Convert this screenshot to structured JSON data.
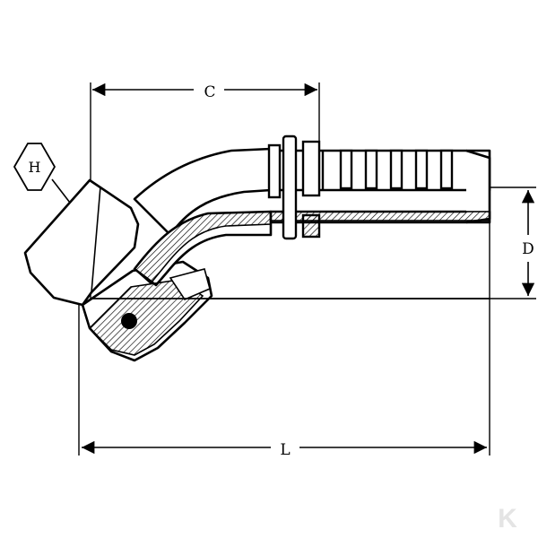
{
  "diagram": {
    "dimensions": {
      "C": "C",
      "D": "D",
      "L": "L",
      "H": "H"
    },
    "watermark": "K",
    "colors": {
      "line": "#000000",
      "watermark": "#e4e4e4",
      "background": "#ffffff"
    }
  }
}
